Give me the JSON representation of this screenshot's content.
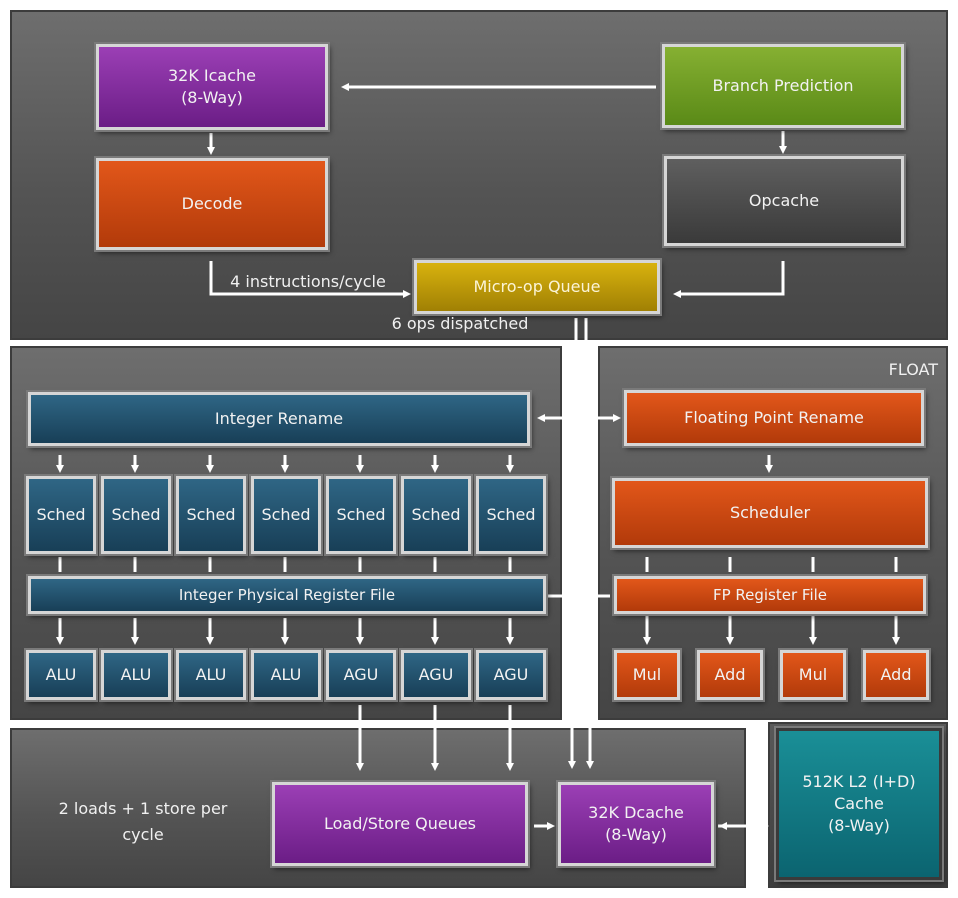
{
  "frontend": {
    "icache": "32K Icache\n(8-Way)",
    "branch_prediction": "Branch Prediction",
    "decode": "Decode",
    "opcache": "Opcache",
    "micro_op_queue": "Micro-op Queue",
    "decode_rate": "4 instructions/cycle",
    "dispatch_rate": "6 ops dispatched"
  },
  "integer": {
    "rename": "Integer Rename",
    "schedulers": [
      "Sched",
      "Sched",
      "Sched",
      "Sched",
      "Sched",
      "Sched",
      "Sched"
    ],
    "register_file": "Integer Physical Register File",
    "units": [
      "ALU",
      "ALU",
      "ALU",
      "ALU",
      "AGU",
      "AGU",
      "AGU"
    ]
  },
  "float": {
    "label": "FLOAT",
    "rename": "Floating Point Rename",
    "scheduler": "Scheduler",
    "register_file": "FP Register File",
    "units": [
      "Mul",
      "Add",
      "Mul",
      "Add"
    ]
  },
  "memory": {
    "load_store_rate": "2 loads + 1 store per\ncycle",
    "load_store_queues": "Load/Store Queues",
    "dcache": "32K Dcache\n(8-Way)",
    "l2_cache": "512K L2 (I+D)\nCache\n(8-Way)"
  },
  "colors": {
    "purple": "#7a2896",
    "orange": "#c9460f",
    "green": "#6f9c22",
    "gold": "#bf9a06",
    "blue": "#22506c",
    "teal": "#138089",
    "arrow": "#ffffff"
  }
}
